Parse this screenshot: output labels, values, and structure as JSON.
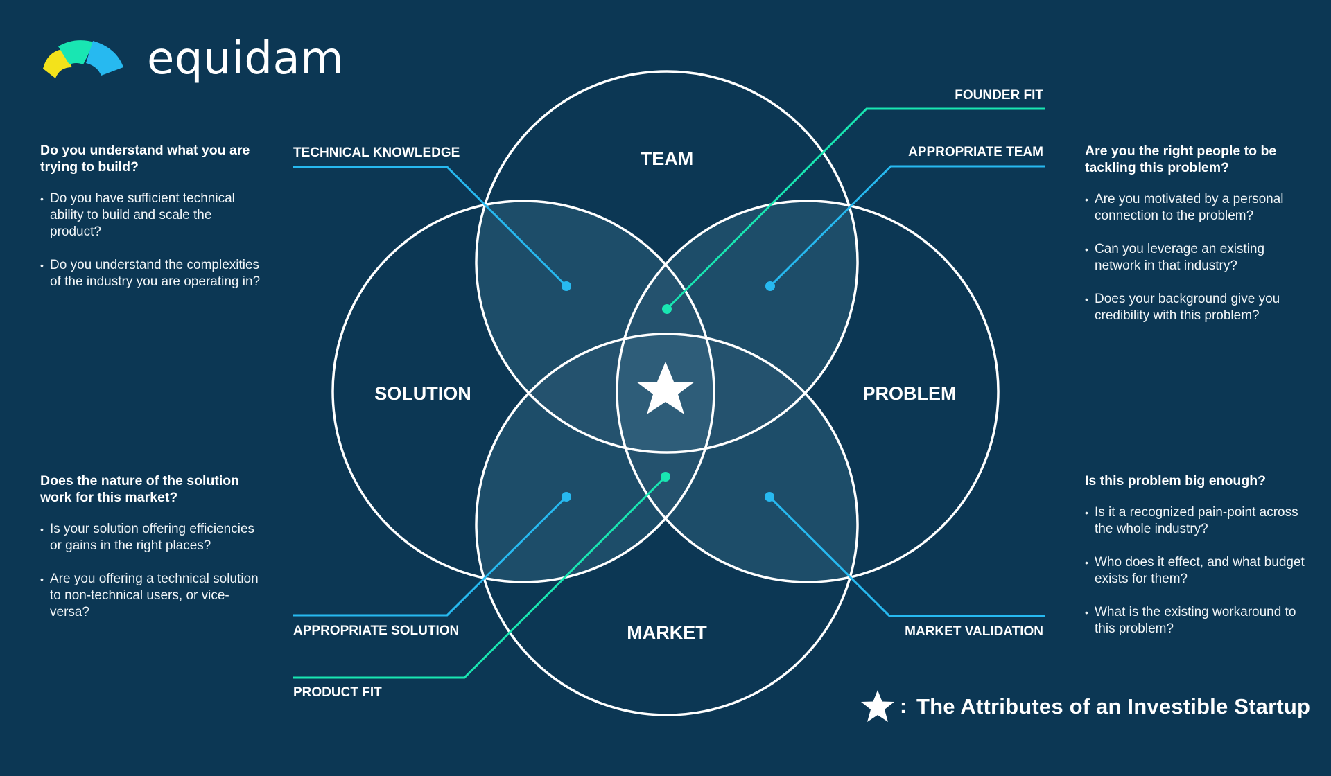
{
  "brand": {
    "name": "equidam",
    "logo_colors": [
      "#f3e21b",
      "#19e6b2",
      "#27b9f0"
    ]
  },
  "colors": {
    "background": "#0c3754",
    "circle_stroke": "#ffffff",
    "leader_blue": "#27b9f0",
    "leader_green": "#19e6b2",
    "overlap_fill": "#1d4d69",
    "center_fill": "#2b5a76"
  },
  "diagram": {
    "circles": [
      {
        "id": "team",
        "label": "TEAM"
      },
      {
        "id": "solution",
        "label": "SOLUTION"
      },
      {
        "id": "problem",
        "label": "PROBLEM"
      },
      {
        "id": "market",
        "label": "MARKET"
      }
    ],
    "center_icon": "star-icon",
    "intersections": [
      {
        "id": "technical-knowledge",
        "label": "TECHNICAL KNOWLEDGE",
        "between": [
          "team",
          "solution"
        ],
        "color": "blue"
      },
      {
        "id": "founder-fit",
        "label": "FOUNDER FIT",
        "between": [
          "team",
          "solution",
          "problem"
        ],
        "color": "green"
      },
      {
        "id": "appropriate-team",
        "label": "APPROPRIATE TEAM",
        "between": [
          "team",
          "problem"
        ],
        "color": "blue"
      },
      {
        "id": "appropriate-solution",
        "label": "APPROPRIATE SOLUTION",
        "between": [
          "solution",
          "market"
        ],
        "color": "blue"
      },
      {
        "id": "product-fit",
        "label": "PRODUCT FIT",
        "between": [
          "solution",
          "market",
          "problem"
        ],
        "color": "green"
      },
      {
        "id": "market-validation",
        "label": "MARKET VALIDATION",
        "between": [
          "problem",
          "market"
        ],
        "color": "blue"
      }
    ]
  },
  "questions": {
    "top_left": {
      "title": "Do you understand what you are trying to build?",
      "items": [
        "Do you have sufficient technical ability to build and scale the product?",
        "Do you understand the complexities of the industry you are operating in?"
      ]
    },
    "bottom_left": {
      "title": "Does the nature of the solution work for this market?",
      "items": [
        "Is your solution offering efficiencies or gains in the right places?",
        "Are you offering a technical solution to non-technical users, or vice-versa?"
      ]
    },
    "top_right": {
      "title": "Are you the right people to be tackling this problem?",
      "items": [
        "Are you motivated by a personal connection to the problem?",
        "Can you leverage an existing network in that industry?",
        "Does your background give you credibility with this problem?"
      ]
    },
    "bottom_right": {
      "title": "Is this problem big enough?",
      "items": [
        "Is it a recognized pain-point across the whole industry?",
        "Who does it effect, and what budget exists for them?",
        "What is the existing workaround to this problem?"
      ]
    }
  },
  "legend": {
    "icon": "star-icon",
    "separator": ":",
    "text": "The Attributes of an Investible Startup"
  }
}
